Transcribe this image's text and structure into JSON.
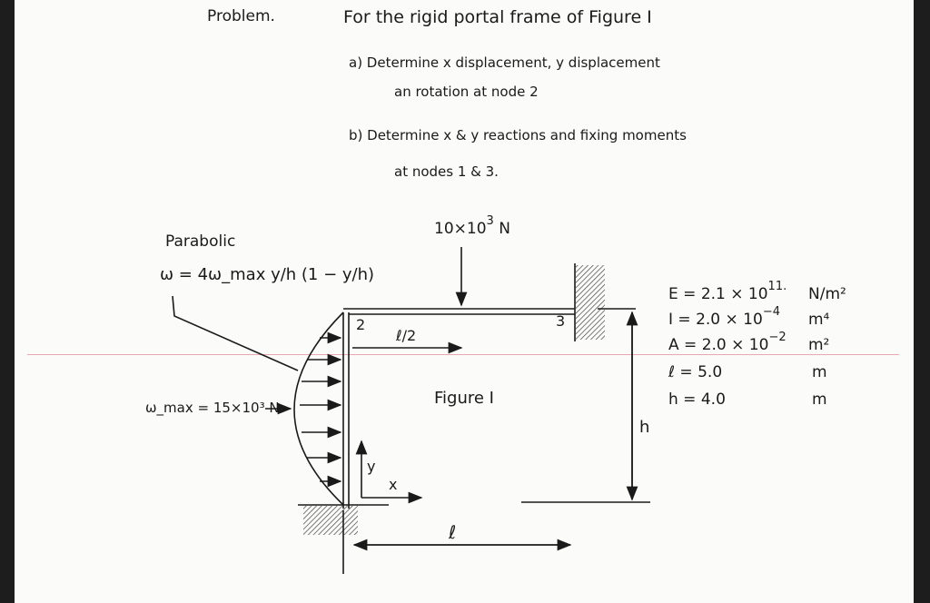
{
  "problem": {
    "heading": "Problem.",
    "statement": "For the rigid portal frame of Figure I",
    "part_a_line1": "a) Determine x displacement, y displacement",
    "part_a_line2": "an rotation at node 2",
    "part_b_line1": "b) Determine x & y reactions and fixing moments",
    "part_b_line2": "at nodes 1 & 3."
  },
  "figure": {
    "caption": "Figure I",
    "load_label": "10×10",
    "load_exp": "3",
    "load_unit": "N",
    "parabolic_label": "Parabolic",
    "load_formula": "ω = 4ω_max y/h (1 − y/h)",
    "wmax_label": "ω_max = 15×10³ N",
    "node_2": "2",
    "node_3": "3",
    "half_span": "ℓ/2",
    "span": "ℓ",
    "height": "h",
    "axis_y": "y",
    "axis_x": "x"
  },
  "properties": [
    {
      "sym": "E",
      "val": "2.1 × 10",
      "exp": "11.",
      "unit": "N/m²"
    },
    {
      "sym": "I",
      "val": "2.0 × 10",
      "exp": "−4",
      "unit": "m⁴"
    },
    {
      "sym": "A",
      "val": "2.0 × 10",
      "exp": "−2",
      "unit": "m²"
    },
    {
      "sym": "ℓ",
      "val": "5.0",
      "exp": "",
      "unit": "m"
    },
    {
      "sym": "h",
      "val": "4.0",
      "exp": "",
      "unit": "m"
    }
  ],
  "colors": {
    "ink": "#1a1a1a",
    "rule": "#e9a8ad",
    "paper": "#fbfbf9"
  }
}
